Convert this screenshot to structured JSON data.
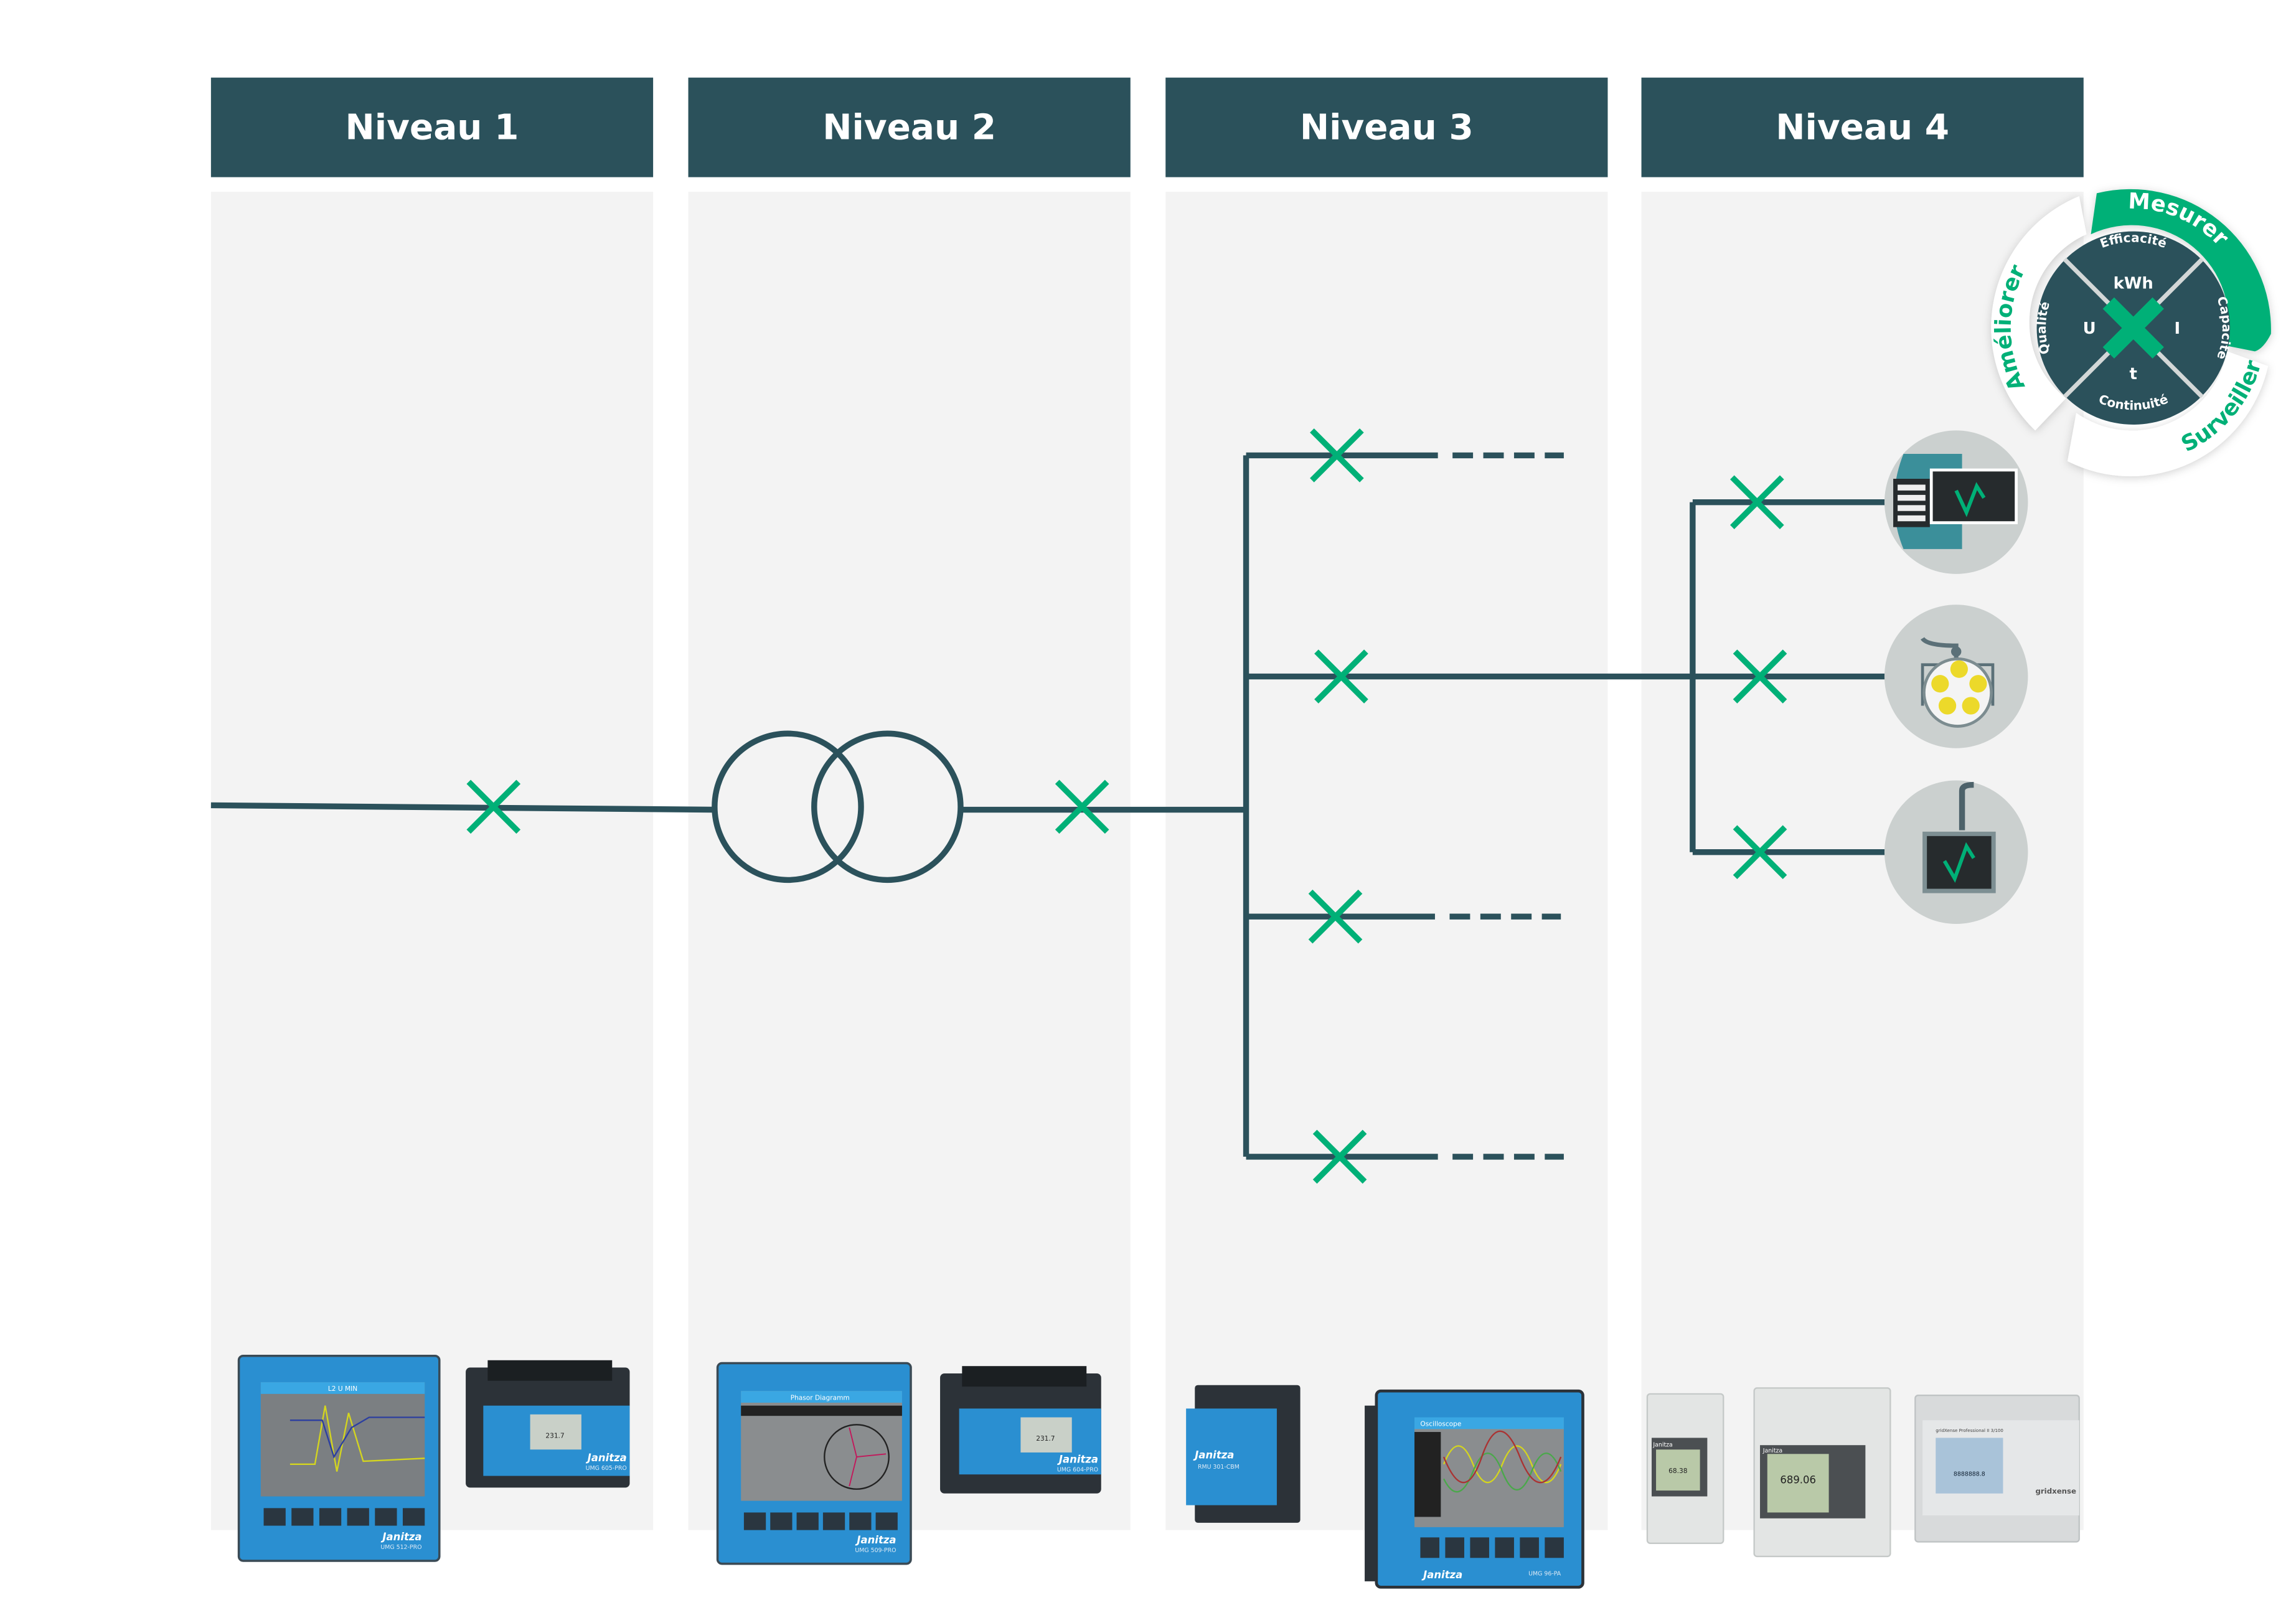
{
  "levels": [
    {
      "label": "Niveau 1"
    },
    {
      "label": "Niveau 2"
    },
    {
      "label": "Niveau 3"
    },
    {
      "label": "Niveau 4"
    }
  ],
  "wheel": {
    "outer": {
      "measure": "Mesurer",
      "improve": "Améliorer",
      "monitor": "Surveiller"
    },
    "quadrants": {
      "top": "Efficacité",
      "left": "Qualité",
      "right": "Capacité",
      "bottom": "Continuité"
    },
    "variables": {
      "top": "kWh",
      "left": "U",
      "right": "I",
      "bottom": "t"
    }
  },
  "colors": {
    "header": "#2b515b",
    "line": "#2b515b",
    "accent": "#00b077",
    "column": "#f3f3f3",
    "device_blue": "#2a8fd1"
  },
  "icons": [
    "measurement-point-x-icon",
    "transformer-icon",
    "server-rack-monitor-icon",
    "surgical-lamp-icon",
    "medical-monitor-icon"
  ],
  "devices": [
    {
      "brand": "Janitza",
      "model": "UMG 512-PRO",
      "screen_title": "L2 U MIN"
    },
    {
      "brand": "Janitza",
      "model": "UMG 605-PRO",
      "display": "231.7"
    },
    {
      "brand": "Janitza",
      "model": "UMG 509-PRO",
      "screen_title": "Phasor Diagramm"
    },
    {
      "brand": "Janitza",
      "model": "UMG 604-PRO",
      "display": "231.7"
    },
    {
      "brand": "Janitza",
      "model": "RMU 301-CBM"
    },
    {
      "brand": "Janitza",
      "model": "UMG 96-PA",
      "screen_title": "Oscilloscope"
    },
    {
      "brand": "Janitza",
      "display": "68.38"
    },
    {
      "brand": "Janitza",
      "display": "689.06"
    },
    {
      "brand": "gridxense",
      "model": "gridXense Professional II 3/100",
      "display": "8888888.8"
    }
  ]
}
